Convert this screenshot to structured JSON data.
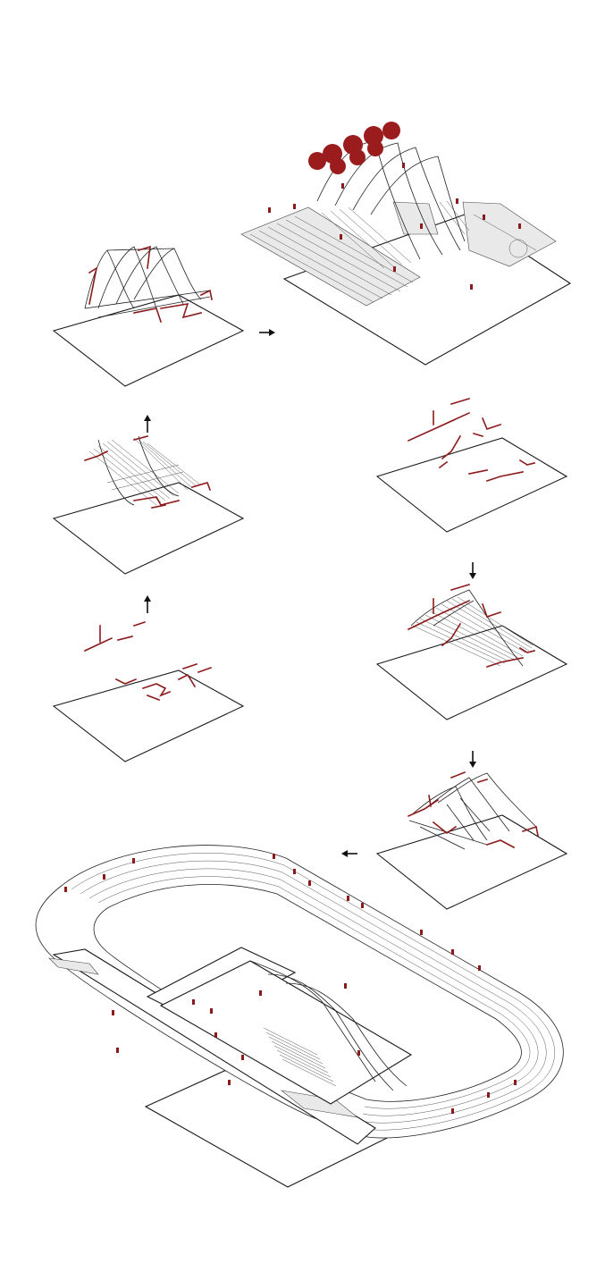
{
  "diagram": {
    "steps": [
      {
        "id": "step-topography-sweep",
        "kind": "wire-surface"
      },
      {
        "id": "step-final-park",
        "kind": "composite"
      },
      {
        "id": "step-surface-lofted",
        "kind": "wire-surface"
      },
      {
        "id": "step-red-profiles-right",
        "kind": "profiles"
      },
      {
        "id": "step-red-profiles-left",
        "kind": "profiles"
      },
      {
        "id": "step-loft-right",
        "kind": "wire-surface"
      },
      {
        "id": "step-folded-surface",
        "kind": "wire-surface"
      },
      {
        "id": "step-stadium-track",
        "kind": "composite"
      }
    ],
    "arrows": [
      "right",
      "up",
      "up",
      "down",
      "down",
      "left"
    ],
    "accent_color": "#8b1a1a",
    "line_color": "#1a1a1a"
  }
}
